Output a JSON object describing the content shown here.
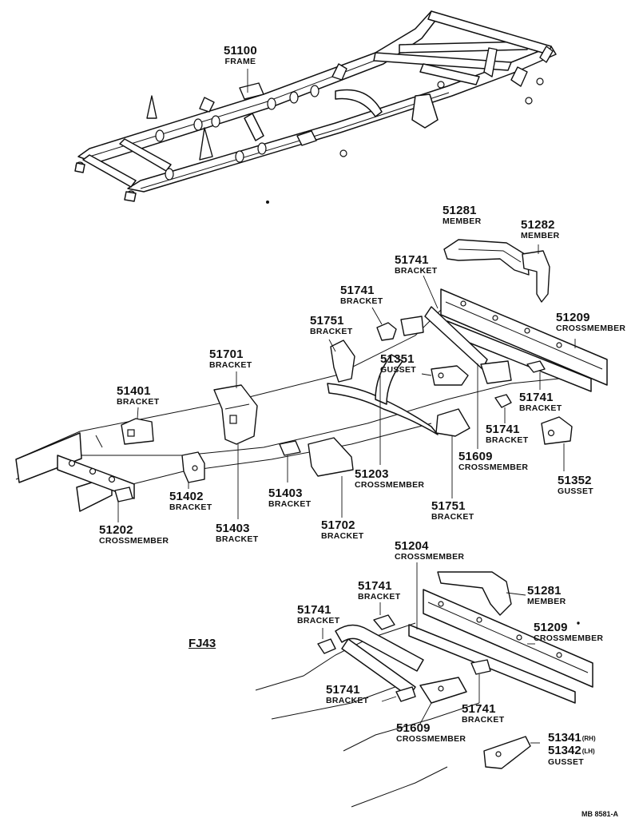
{
  "model": "FJ43",
  "reference_code": "MB 8581-A",
  "colors": {
    "ink": "#111111",
    "paper": "#ffffff"
  },
  "callouts": {
    "frame_51100": {
      "number": "51100",
      "name": "FRAME"
    },
    "member_51281_top": {
      "number": "51281",
      "name": "MEMBER"
    },
    "member_51282": {
      "number": "51282",
      "name": "MEMBER"
    },
    "bracket_51741_a": {
      "number": "51741",
      "name": "BRACKET"
    },
    "bracket_51741_b": {
      "number": "51741",
      "name": "BRACKET"
    },
    "bracket_51751_a": {
      "number": "51751",
      "name": "BRACKET"
    },
    "crossmember_51209_top": {
      "number": "51209",
      "name": "CROSSMEMBER"
    },
    "gusset_51351": {
      "number": "51351",
      "name": "GUSSET"
    },
    "bracket_51701": {
      "number": "51701",
      "name": "BRACKET"
    },
    "bracket_51741_c": {
      "number": "51741",
      "name": "BRACKET"
    },
    "bracket_51401": {
      "number": "51401",
      "name": "BRACKET"
    },
    "bracket_51741_d": {
      "number": "51741",
      "name": "BRACKET"
    },
    "crossmember_51203": {
      "number": "51203",
      "name": "CROSSMEMBER"
    },
    "crossmember_51609_top": {
      "number": "51609",
      "name": "CROSSMEMBER"
    },
    "gusset_51352": {
      "number": "51352",
      "name": "GUSSET"
    },
    "bracket_51402": {
      "number": "51402",
      "name": "BRACKET"
    },
    "bracket_51403_a": {
      "number": "51403",
      "name": "BRACKET"
    },
    "bracket_51751_b": {
      "number": "51751",
      "name": "BRACKET"
    },
    "crossmember_51202": {
      "number": "51202",
      "name": "CROSSMEMBER"
    },
    "bracket_51403_b": {
      "number": "51403",
      "name": "BRACKET"
    },
    "bracket_51702": {
      "number": "51702",
      "name": "BRACKET"
    },
    "crossmember_51204": {
      "number": "51204",
      "name": "CROSSMEMBER"
    },
    "bracket_51741_e": {
      "number": "51741",
      "name": "BRACKET"
    },
    "member_51281_bottom": {
      "number": "51281",
      "name": "MEMBER"
    },
    "bracket_51741_f": {
      "number": "51741",
      "name": "BRACKET"
    },
    "crossmember_51209_bottom": {
      "number": "51209",
      "name": "CROSSMEMBER"
    },
    "bracket_51741_g": {
      "number": "51741",
      "name": "BRACKET"
    },
    "bracket_51741_h": {
      "number": "51741",
      "name": "BRACKET"
    },
    "crossmember_51609_bottom": {
      "number": "51609",
      "name": "CROSSMEMBER"
    },
    "gusset_51341_51342": {
      "number_rh": "51341",
      "suffix_rh": "(RH)",
      "number_lh": "51342",
      "suffix_lh": "(LH)",
      "name": "GUSSET"
    }
  }
}
